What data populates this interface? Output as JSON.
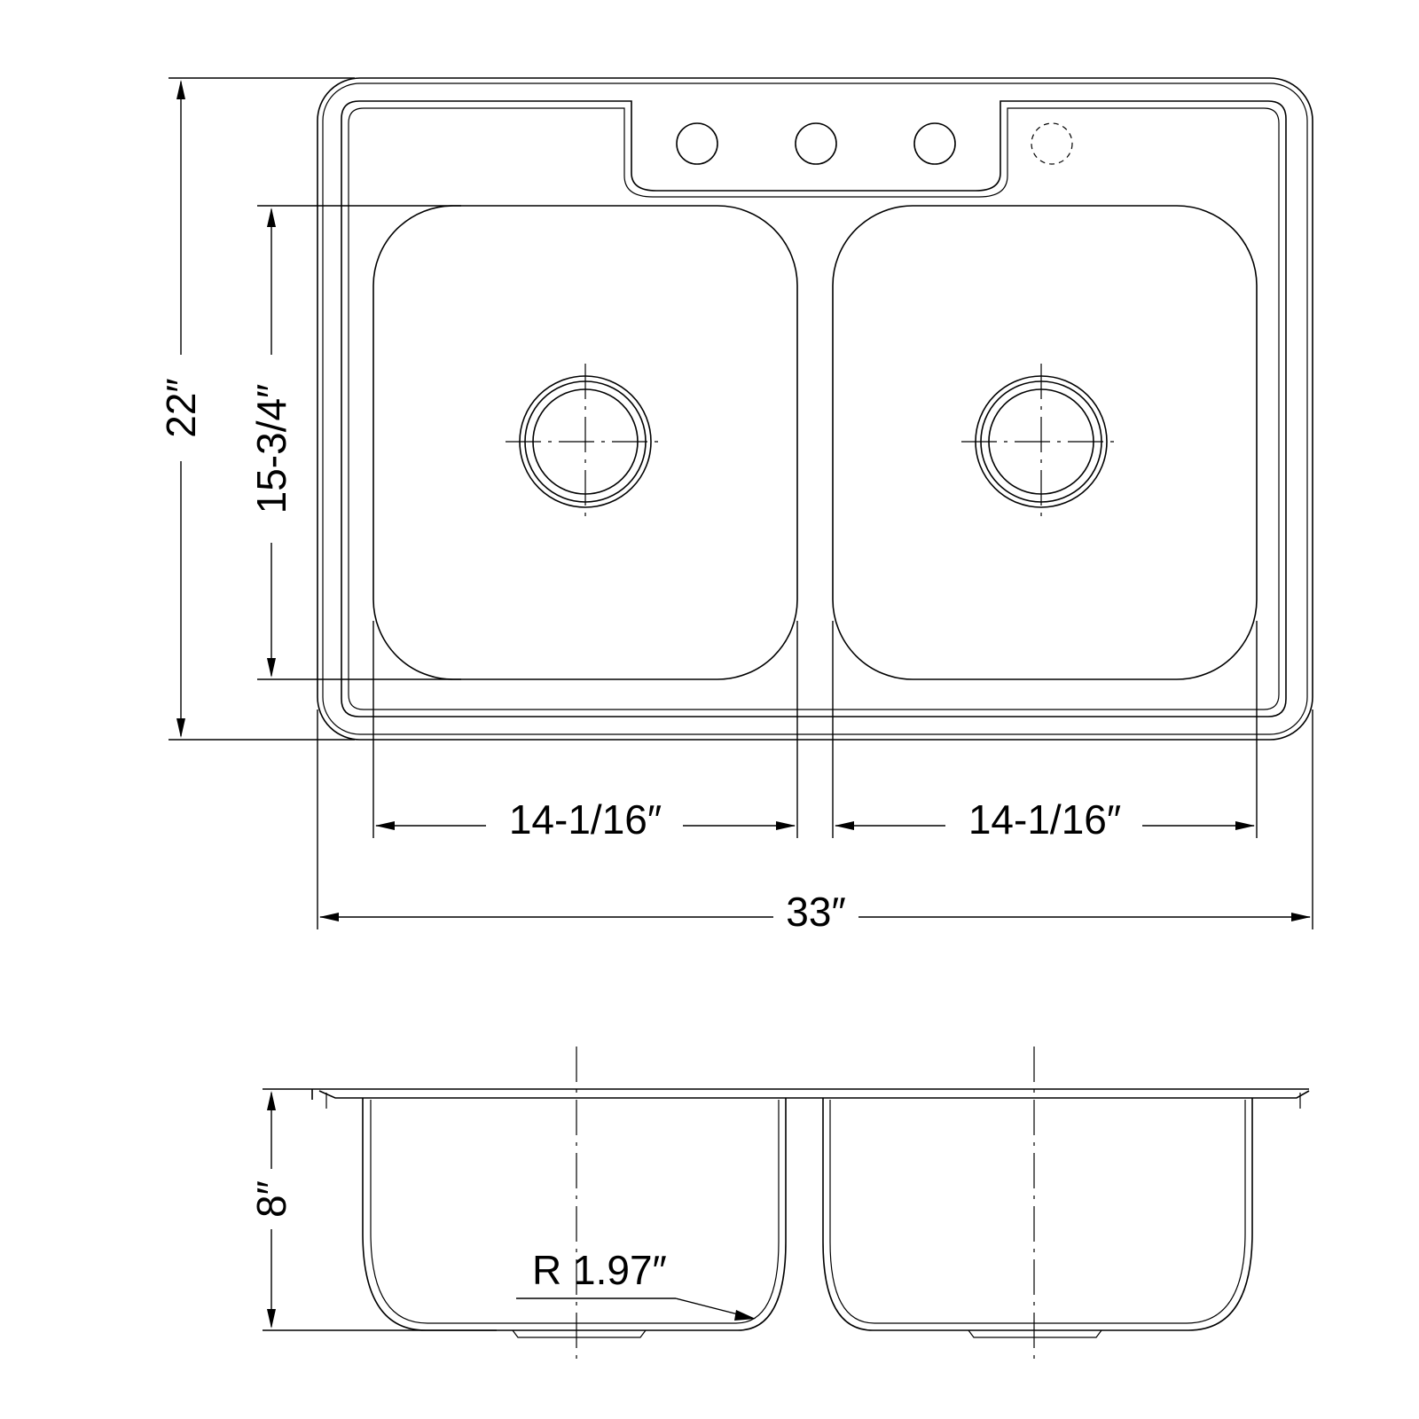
{
  "dimensions": {
    "overall_height": "22",
    "bowl_length": "15-3/4",
    "bowl_width_left": "14-1/16",
    "bowl_width_right": "14-1/16",
    "overall_width": "33",
    "depth": "8",
    "corner_radius": "R 1.97"
  },
  "units": {
    "inch_mark": "″"
  }
}
